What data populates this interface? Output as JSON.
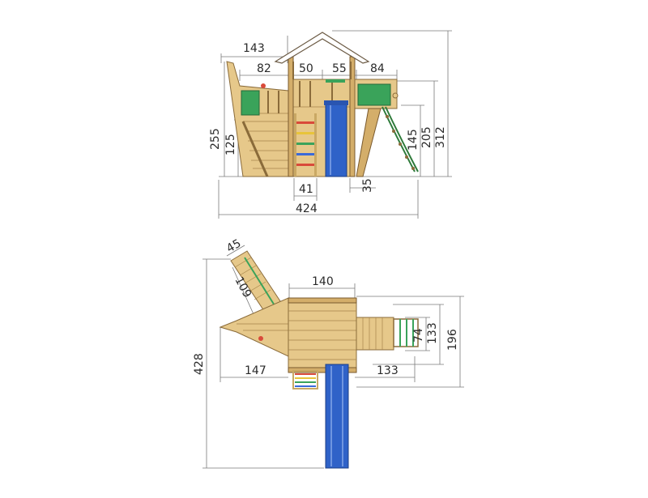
{
  "side_view": {
    "dim_143": "143",
    "dim_82": "82",
    "dim_50": "50",
    "dim_55": "55",
    "dim_84": "84",
    "dim_255": "255",
    "dim_125": "125",
    "dim_145": "145",
    "dim_205": "205",
    "dim_312": "312",
    "dim_41": "41",
    "dim_35": "35",
    "dim_424": "424"
  },
  "top_view": {
    "dim_45": "45",
    "dim_109": "109",
    "dim_140": "140",
    "dim_74": "74",
    "dim_133_vertical": "133",
    "dim_196": "196",
    "dim_428": "428",
    "dim_147": "147",
    "dim_133_horizontal": "133"
  },
  "colors": {
    "wood": "#e6c88a",
    "panel_green": "#3aa35a",
    "slide_blue": "#2f62c8",
    "rung_red": "#d94a3a",
    "rung_yellow": "#e8c43a",
    "rung_green": "#3aa35a",
    "rung_blue": "#3a6ad9"
  }
}
